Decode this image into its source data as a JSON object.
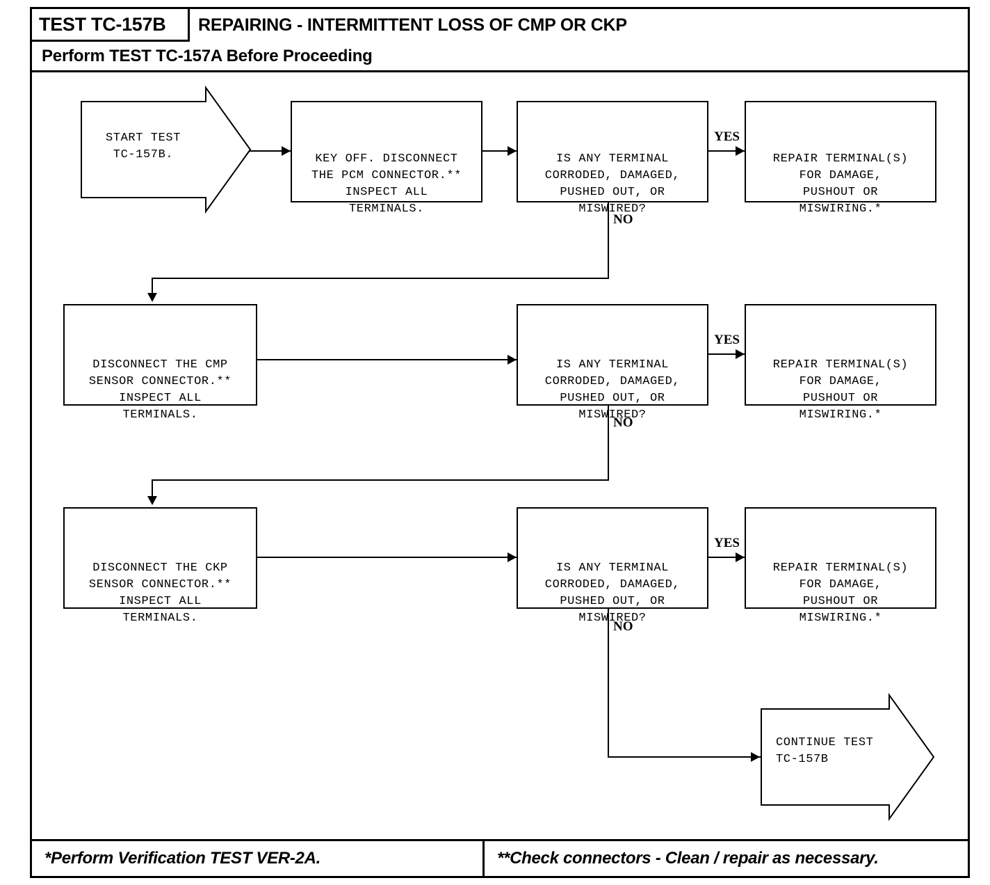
{
  "header": {
    "test_id": "TEST TC-157B",
    "title": "REPAIRING - INTERMITTENT LOSS OF CMP OR CKP",
    "subtitle": "Perform TEST TC-157A Before Proceeding"
  },
  "footer": {
    "left_note": "*Perform Verification TEST VER-2A.",
    "right_note": "**Check connectors - Clean / repair as necessary."
  },
  "chart_data": {
    "type": "flowchart",
    "nodes": [
      {
        "id": "start",
        "shape": "arrow-banner",
        "text": "START TEST\nTC-157B."
      },
      {
        "id": "pcm",
        "shape": "process",
        "text": "KEY OFF. DISCONNECT\nTHE PCM CONNECTOR.**\nINSPECT ALL\nTERMINALS."
      },
      {
        "id": "q1",
        "shape": "decision",
        "text": "IS ANY TERMINAL\nCORRODED, DAMAGED,\nPUSHED OUT, OR\nMISWIRED?"
      },
      {
        "id": "repair1",
        "shape": "process",
        "text": "REPAIR TERMINAL(S)\nFOR DAMAGE,\nPUSHOUT OR\nMISWIRING.*"
      },
      {
        "id": "cmp",
        "shape": "process",
        "text": "DISCONNECT THE CMP\nSENSOR CONNECTOR.**\nINSPECT ALL\nTERMINALS."
      },
      {
        "id": "q2",
        "shape": "decision",
        "text": "IS ANY TERMINAL\nCORRODED, DAMAGED,\nPUSHED OUT, OR\nMISWIRED?"
      },
      {
        "id": "repair2",
        "shape": "process",
        "text": "REPAIR TERMINAL(S)\nFOR DAMAGE,\nPUSHOUT OR\nMISWIRING.*"
      },
      {
        "id": "ckp",
        "shape": "process",
        "text": "DISCONNECT THE CKP\nSENSOR CONNECTOR.**\nINSPECT ALL\nTERMINALS."
      },
      {
        "id": "q3",
        "shape": "decision",
        "text": "IS ANY TERMINAL\nCORRODED, DAMAGED,\nPUSHED OUT, OR\nMISWIRED?"
      },
      {
        "id": "repair3",
        "shape": "process",
        "text": "REPAIR TERMINAL(S)\nFOR DAMAGE,\nPUSHOUT OR\nMISWIRING.*"
      },
      {
        "id": "continue",
        "shape": "arrow-banner",
        "text": "CONTINUE TEST\nTC-157B"
      }
    ],
    "edges": [
      {
        "from": "start",
        "to": "pcm",
        "label": ""
      },
      {
        "from": "pcm",
        "to": "q1",
        "label": ""
      },
      {
        "from": "q1",
        "to": "repair1",
        "label": "YES"
      },
      {
        "from": "q1",
        "to": "cmp",
        "label": "NO"
      },
      {
        "from": "cmp",
        "to": "q2",
        "label": ""
      },
      {
        "from": "q2",
        "to": "repair2",
        "label": "YES"
      },
      {
        "from": "q2",
        "to": "ckp",
        "label": "NO"
      },
      {
        "from": "ckp",
        "to": "q3",
        "label": ""
      },
      {
        "from": "q3",
        "to": "repair3",
        "label": "YES"
      },
      {
        "from": "q3",
        "to": "continue",
        "label": "NO"
      }
    ],
    "labels": {
      "yes": "YES",
      "no": "NO"
    }
  }
}
